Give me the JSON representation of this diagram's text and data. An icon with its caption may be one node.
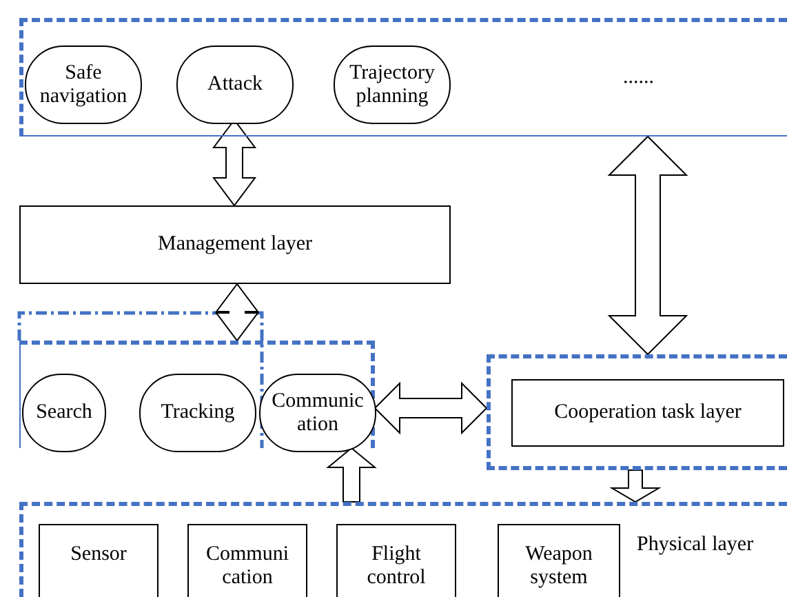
{
  "diagram": {
    "nodes": [
      {
        "text": [],
        "shape": "box"
      },
      {
        "text": [
          "Safe navigation"
        ],
        "in": 0
      },
      {
        "text": [
          "Attack"
        ],
        "in": 0
      },
      {
        "text": [
          "Trajectory planning"
        ],
        "in": 0
      },
      {
        "text": [
          "Management layer"
        ]
      },
      {
        "text": [],
        "shape": "box"
      },
      {
        "text": [
          "Search"
        ],
        "in": 5
      },
      {
        "text": [
          "Tracking"
        ],
        "in": 5
      },
      {
        "text": [
          "Communic ation"
        ],
        "in": 5
      },
      {
        "text": [],
        "shape": "box"
      },
      {
        "text": [
          "Cooperation task layer"
        ],
        "in": 9
      },
      {
        "text": [
          "Physical layer"
        ]
      },
      {
        "text": [
          "Sensor"
        ],
        "in": 11
      },
      {
        "text": [
          "Communi cation"
        ],
        "in": 11
      },
      {
        "text": [
          "Flight control"
        ],
        "in": 11
      },
      {
        "text": [
          "Weapon system"
        ],
        "in": 11
      }
    ],
    "edges": [
      {
        "from": 2,
        "to": 4,
        "arrow": "both"
      },
      {
        "from": 0,
        "to": 9,
        "arrow": "both"
      },
      {
        "from": 4,
        "to": 5,
        "arrow": "both"
      },
      {
        "from": 8,
        "to": 9,
        "arrow": "both"
      },
      {
        "from": 11,
        "to": 8,
        "arrow": "to"
      },
      {
        "from": 9,
        "to": 11,
        "arrow": "to"
      }
    ],
    "labels": [
      "......"
    ]
  }
}
